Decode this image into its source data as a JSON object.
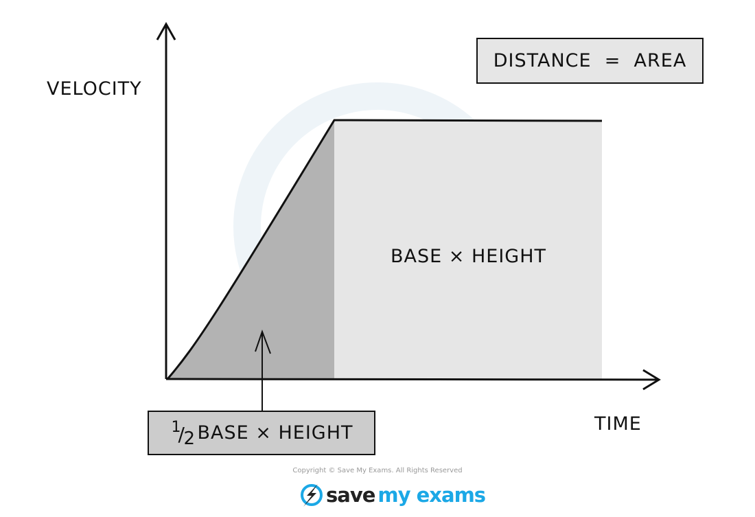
{
  "axes": {
    "y_label": "VELOCITY",
    "x_label": "TIME"
  },
  "boxes": {
    "distance": "DISTANCE  =  AREA",
    "rectangle": "BASE × HEIGHT",
    "triangle": {
      "fraction_num": "1",
      "fraction_den": "2",
      "text": "BASE × HEIGHT"
    }
  },
  "footer": {
    "copyright": "Copyright © Save My Exams. All Rights Reserved",
    "logo_save": "save",
    "logo_rest": "my exams"
  },
  "colors": {
    "triangle_fill": "#b3b3b3",
    "rectangle_fill": "#e6e6e6",
    "label_box_fill": "#cccccc",
    "brand": "#1ba8e6"
  }
}
